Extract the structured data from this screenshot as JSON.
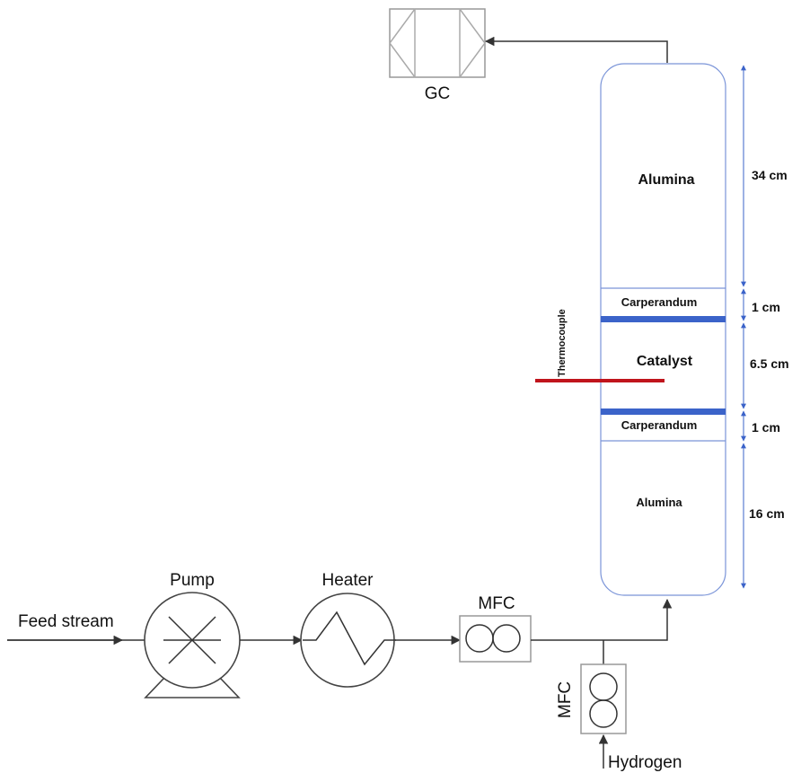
{
  "labels": {
    "gc": "GC",
    "pump": "Pump",
    "heater": "Heater",
    "mfc_main": "MFC",
    "mfc_hydrogen": "MFC",
    "feed_stream": "Feed stream",
    "hydrogen": "Hydrogen",
    "thermocouple": "Thermocouple"
  },
  "reactor": {
    "zones": {
      "alumina_top": "Alumina",
      "carperandum_top": "Carperandum",
      "catalyst": "Catalyst",
      "carperandum_bottom": "Carperandum",
      "alumina_bottom": "Alumina"
    },
    "dimensions": {
      "alumina_top": "34 cm",
      "carperandum_top": "1 cm",
      "catalyst": "6.5 cm",
      "carperandum_bottom": "1 cm",
      "alumina_bottom": "16 cm"
    }
  },
  "colors": {
    "reactor_outline": "#7a94d8",
    "support_plate": "#3b63c9",
    "thermocouple": "#c0141c",
    "dimension_line": "#3b63c9"
  }
}
